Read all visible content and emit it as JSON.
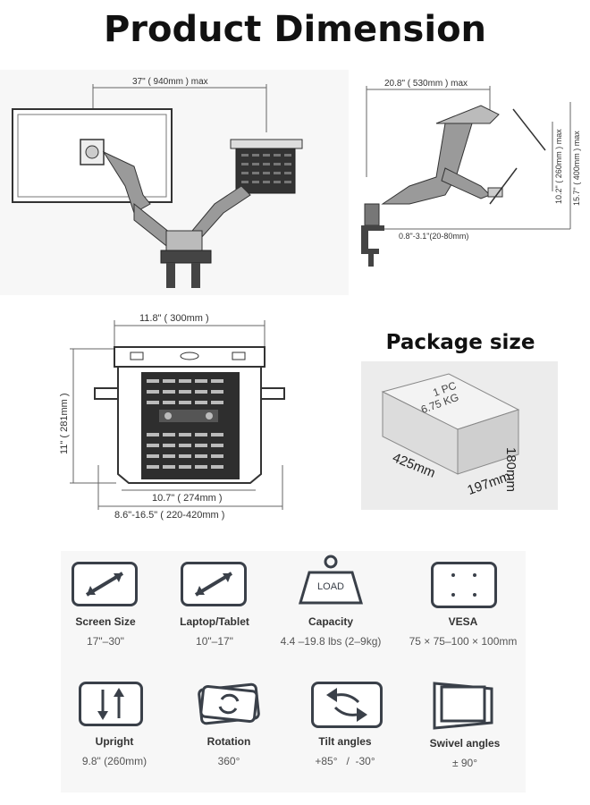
{
  "title": "Product Dimension",
  "dual_monitor_view": {
    "reach_label": "37\" ( 940mm ) max"
  },
  "side_view": {
    "reach_label": "20.8\" ( 530mm ) max",
    "height_low_label": "10.2\" ( 260mm ) max",
    "height_high_label": "15.7\" ( 400mm ) max",
    "clamp_label": "0.8\"-3.1\"(20-80mm)"
  },
  "tray_view": {
    "top_width_label": "11.8\" ( 300mm )",
    "height_label": "11\" ( 281mm )",
    "bottom_width_label": "10.7\" ( 274mm )",
    "extend_label": "8.6\"-16.5\" ( 220-420mm )"
  },
  "package": {
    "title": "Package size",
    "box_text_line1": "1 PC",
    "box_text_line2": "6.75 KG",
    "length": "425mm",
    "width": "197mm",
    "height": "180mm"
  },
  "features": [
    {
      "icon": "diagonal-arrow-screen-icon",
      "label": "Screen Size",
      "value": "17\"–30\""
    },
    {
      "icon": "diagonal-arrow-laptop-icon",
      "label": "Laptop/Tablet",
      "value": "10\"–17\""
    },
    {
      "icon": "load-weight-icon",
      "icon_text": "LOAD",
      "label": "Capacity",
      "value": "4.4 –19.8 lbs (2–9kg)"
    },
    {
      "icon": "vesa-icon",
      "label": "VESA",
      "value": "75 × 75–100 × 100mm"
    },
    {
      "icon": "upright-arrows-icon",
      "label": "Upright",
      "value": "9.8\" (260mm)"
    },
    {
      "icon": "rotation-icon",
      "label": "Rotation",
      "value": "360°"
    },
    {
      "icon": "tilt-icon",
      "label": "Tilt angles",
      "value": "+85°   /  -30°"
    },
    {
      "icon": "swivel-icon",
      "label": "Swivel angles",
      "value": "± 90°"
    }
  ],
  "colors": {
    "icon_dark": "#3a4049",
    "panel_bg": "#f7f7f7",
    "arm_gray": "#8c8c8c"
  }
}
